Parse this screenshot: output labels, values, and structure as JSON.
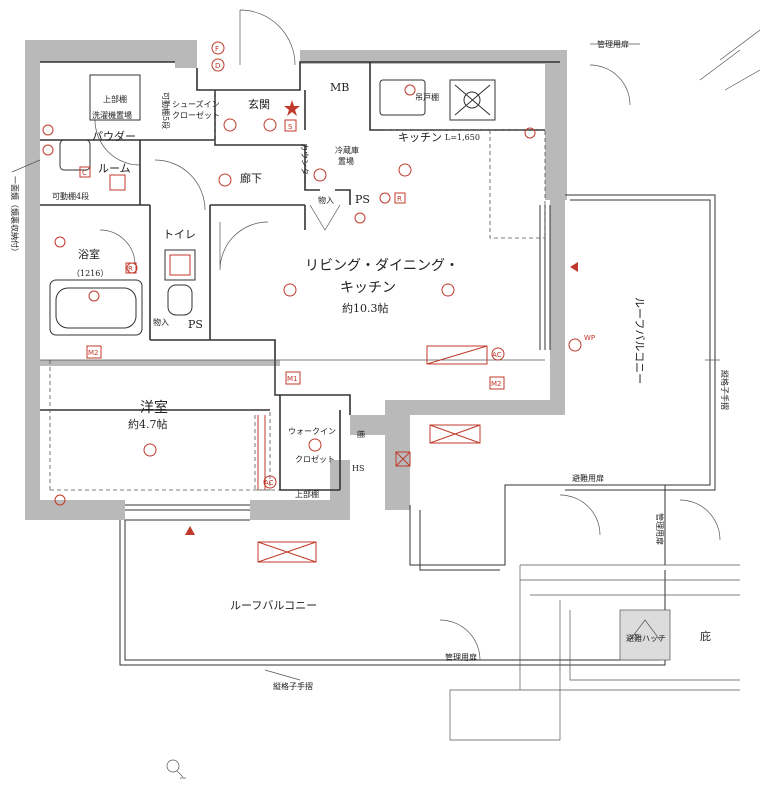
{
  "rooms": {
    "ldk_line1": "リビング・ダイニング・",
    "ldk_line2": "キッチン",
    "ldk_size": "約10.3帖",
    "western_name": "洋室",
    "western_size": "約4.7帖",
    "roof_balcony_right": "ルーフバルコニー",
    "roof_balcony_bottom": "ルーフバルコニー",
    "kitchen": "キッチン",
    "kitchen_l": "L=1,650",
    "powder_line1": "パウダー",
    "powder_line2": "ルーム",
    "bath": "浴室",
    "bath_size": "（1216）",
    "toilet": "トイレ",
    "hall": "廊下",
    "entrance": "玄関",
    "shoes_line1": "シューズイン",
    "shoes_line2": "クローゼット",
    "walkin_line1": "ウォークイン",
    "walkin_line2": "クロゼット",
    "garden": "庇"
  },
  "labels": {
    "mb": "MB",
    "ps_top": "PS",
    "ps_toilet": "PS",
    "storage_top": "物入",
    "storage_toilet": "物入",
    "counter": "カウンター",
    "fridge_line1": "冷蔵庫",
    "fridge_line2": "置場",
    "hanging_cab": "吊戸棚",
    "upper_shelf_powder": "上部棚",
    "washer": "洗濯機置場",
    "movable_shelf": "可動棚4段",
    "movable_shelf5": "可動棚5段",
    "upper_shelf_wic": "上部棚",
    "shelf_wic": "棚",
    "hs": "HS",
    "mirror": "一面鏡（鏡裏収納付）",
    "mgmt_door_top": "管理用扉",
    "mgmt_door_right": "管理用扉",
    "mgmt_door_bottom": "管理用扉",
    "escape_door": "避難用扉",
    "escape_hatch": "避難ハッチ",
    "railing_right": "縦格子手摺",
    "railing_bottom": "縦格子手摺",
    "m1": "M1",
    "m2a": "M2",
    "m2b": "M2",
    "ac1": "AC",
    "ac2": "AC",
    "wp": "WP",
    "r1": "R",
    "r2": "R",
    "s": "S",
    "c": "C",
    "f": "F",
    "d": "D"
  },
  "colors": {
    "wall": "#b9b9b9",
    "equipment": "#c0392b"
  },
  "icons": {
    "north": "compass-icon",
    "entrance_star": "star-icon"
  }
}
